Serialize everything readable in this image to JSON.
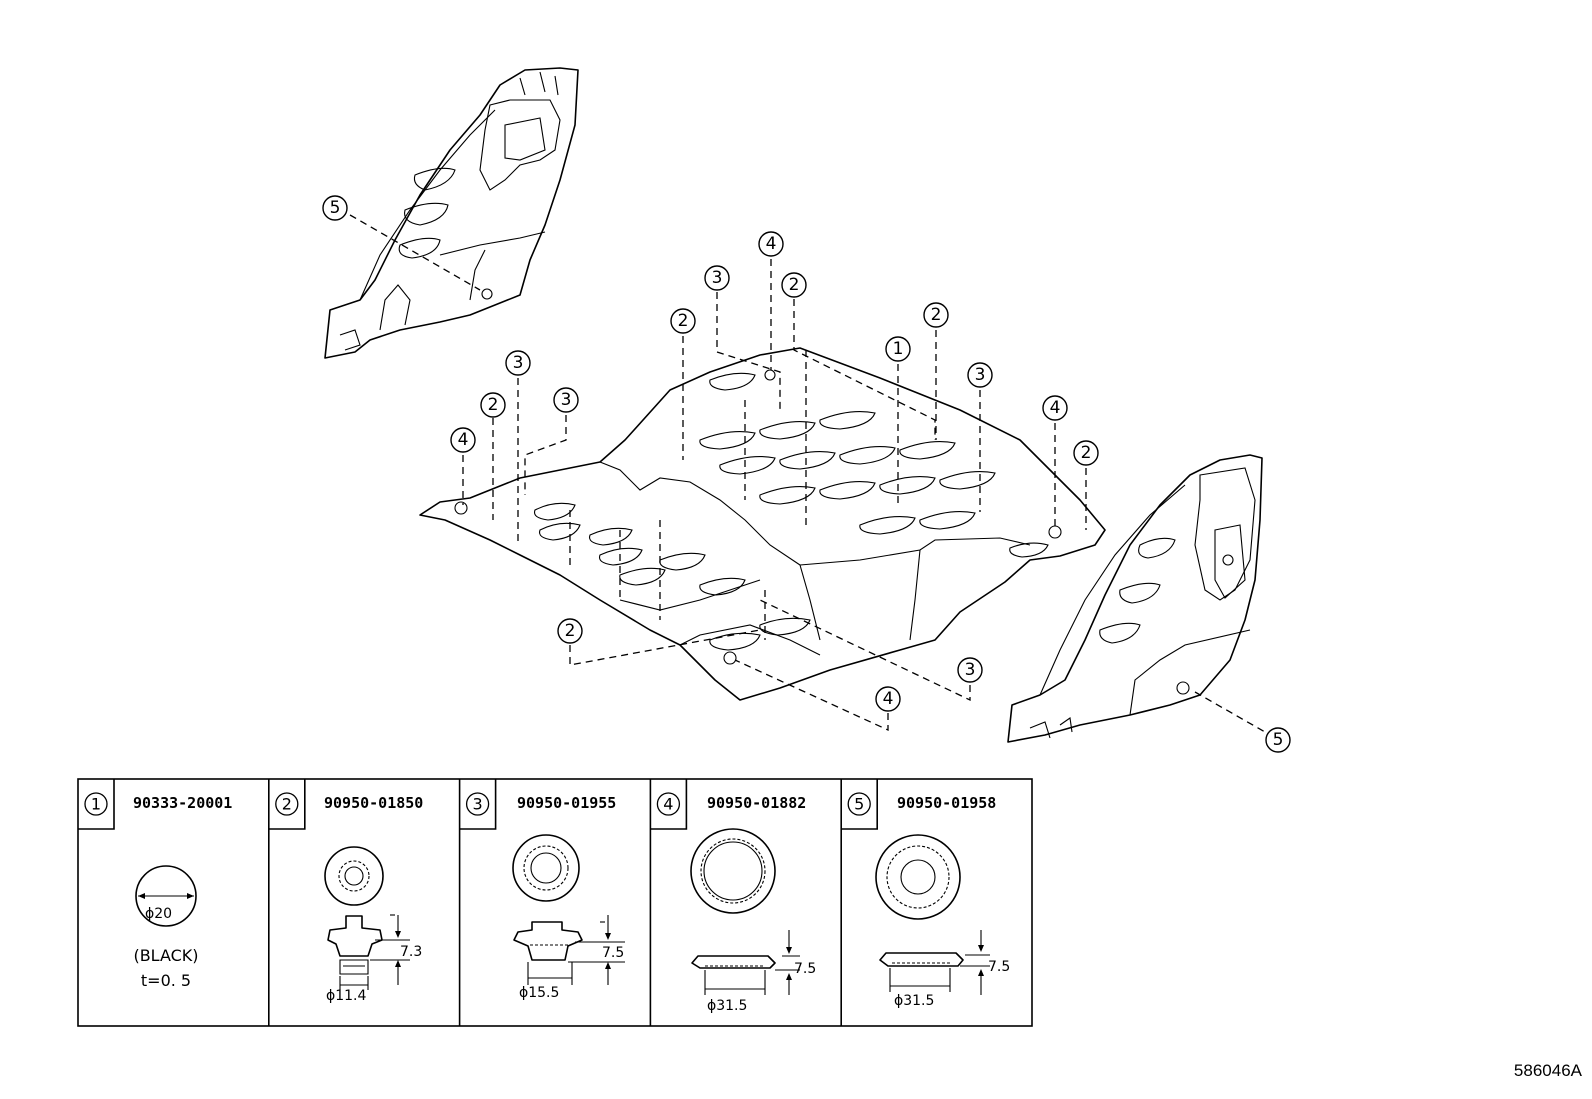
{
  "callout_labels": {
    "one": "1",
    "two": "2",
    "three": "3",
    "four": "4",
    "five": "5"
  },
  "parts": [
    {
      "index": "1",
      "part_number": "90333-20001",
      "dims": [
        "ϕ20"
      ],
      "notes": [
        "(BLACK)",
        "t=0. 5"
      ]
    },
    {
      "index": "2",
      "part_number": "90950-01850",
      "dims": [
        "7.3",
        "ϕ11.4"
      ],
      "notes": []
    },
    {
      "index": "3",
      "part_number": "90950-01955",
      "dims": [
        "7.5",
        "ϕ15.5"
      ],
      "notes": []
    },
    {
      "index": "4",
      "part_number": "90950-01882",
      "dims": [
        "7.5",
        "ϕ31.5"
      ],
      "notes": []
    },
    {
      "index": "5",
      "part_number": "90950-01958",
      "dims": [
        "7.5",
        "ϕ31.5"
      ],
      "notes": []
    }
  ],
  "illustration_code": "586046A"
}
